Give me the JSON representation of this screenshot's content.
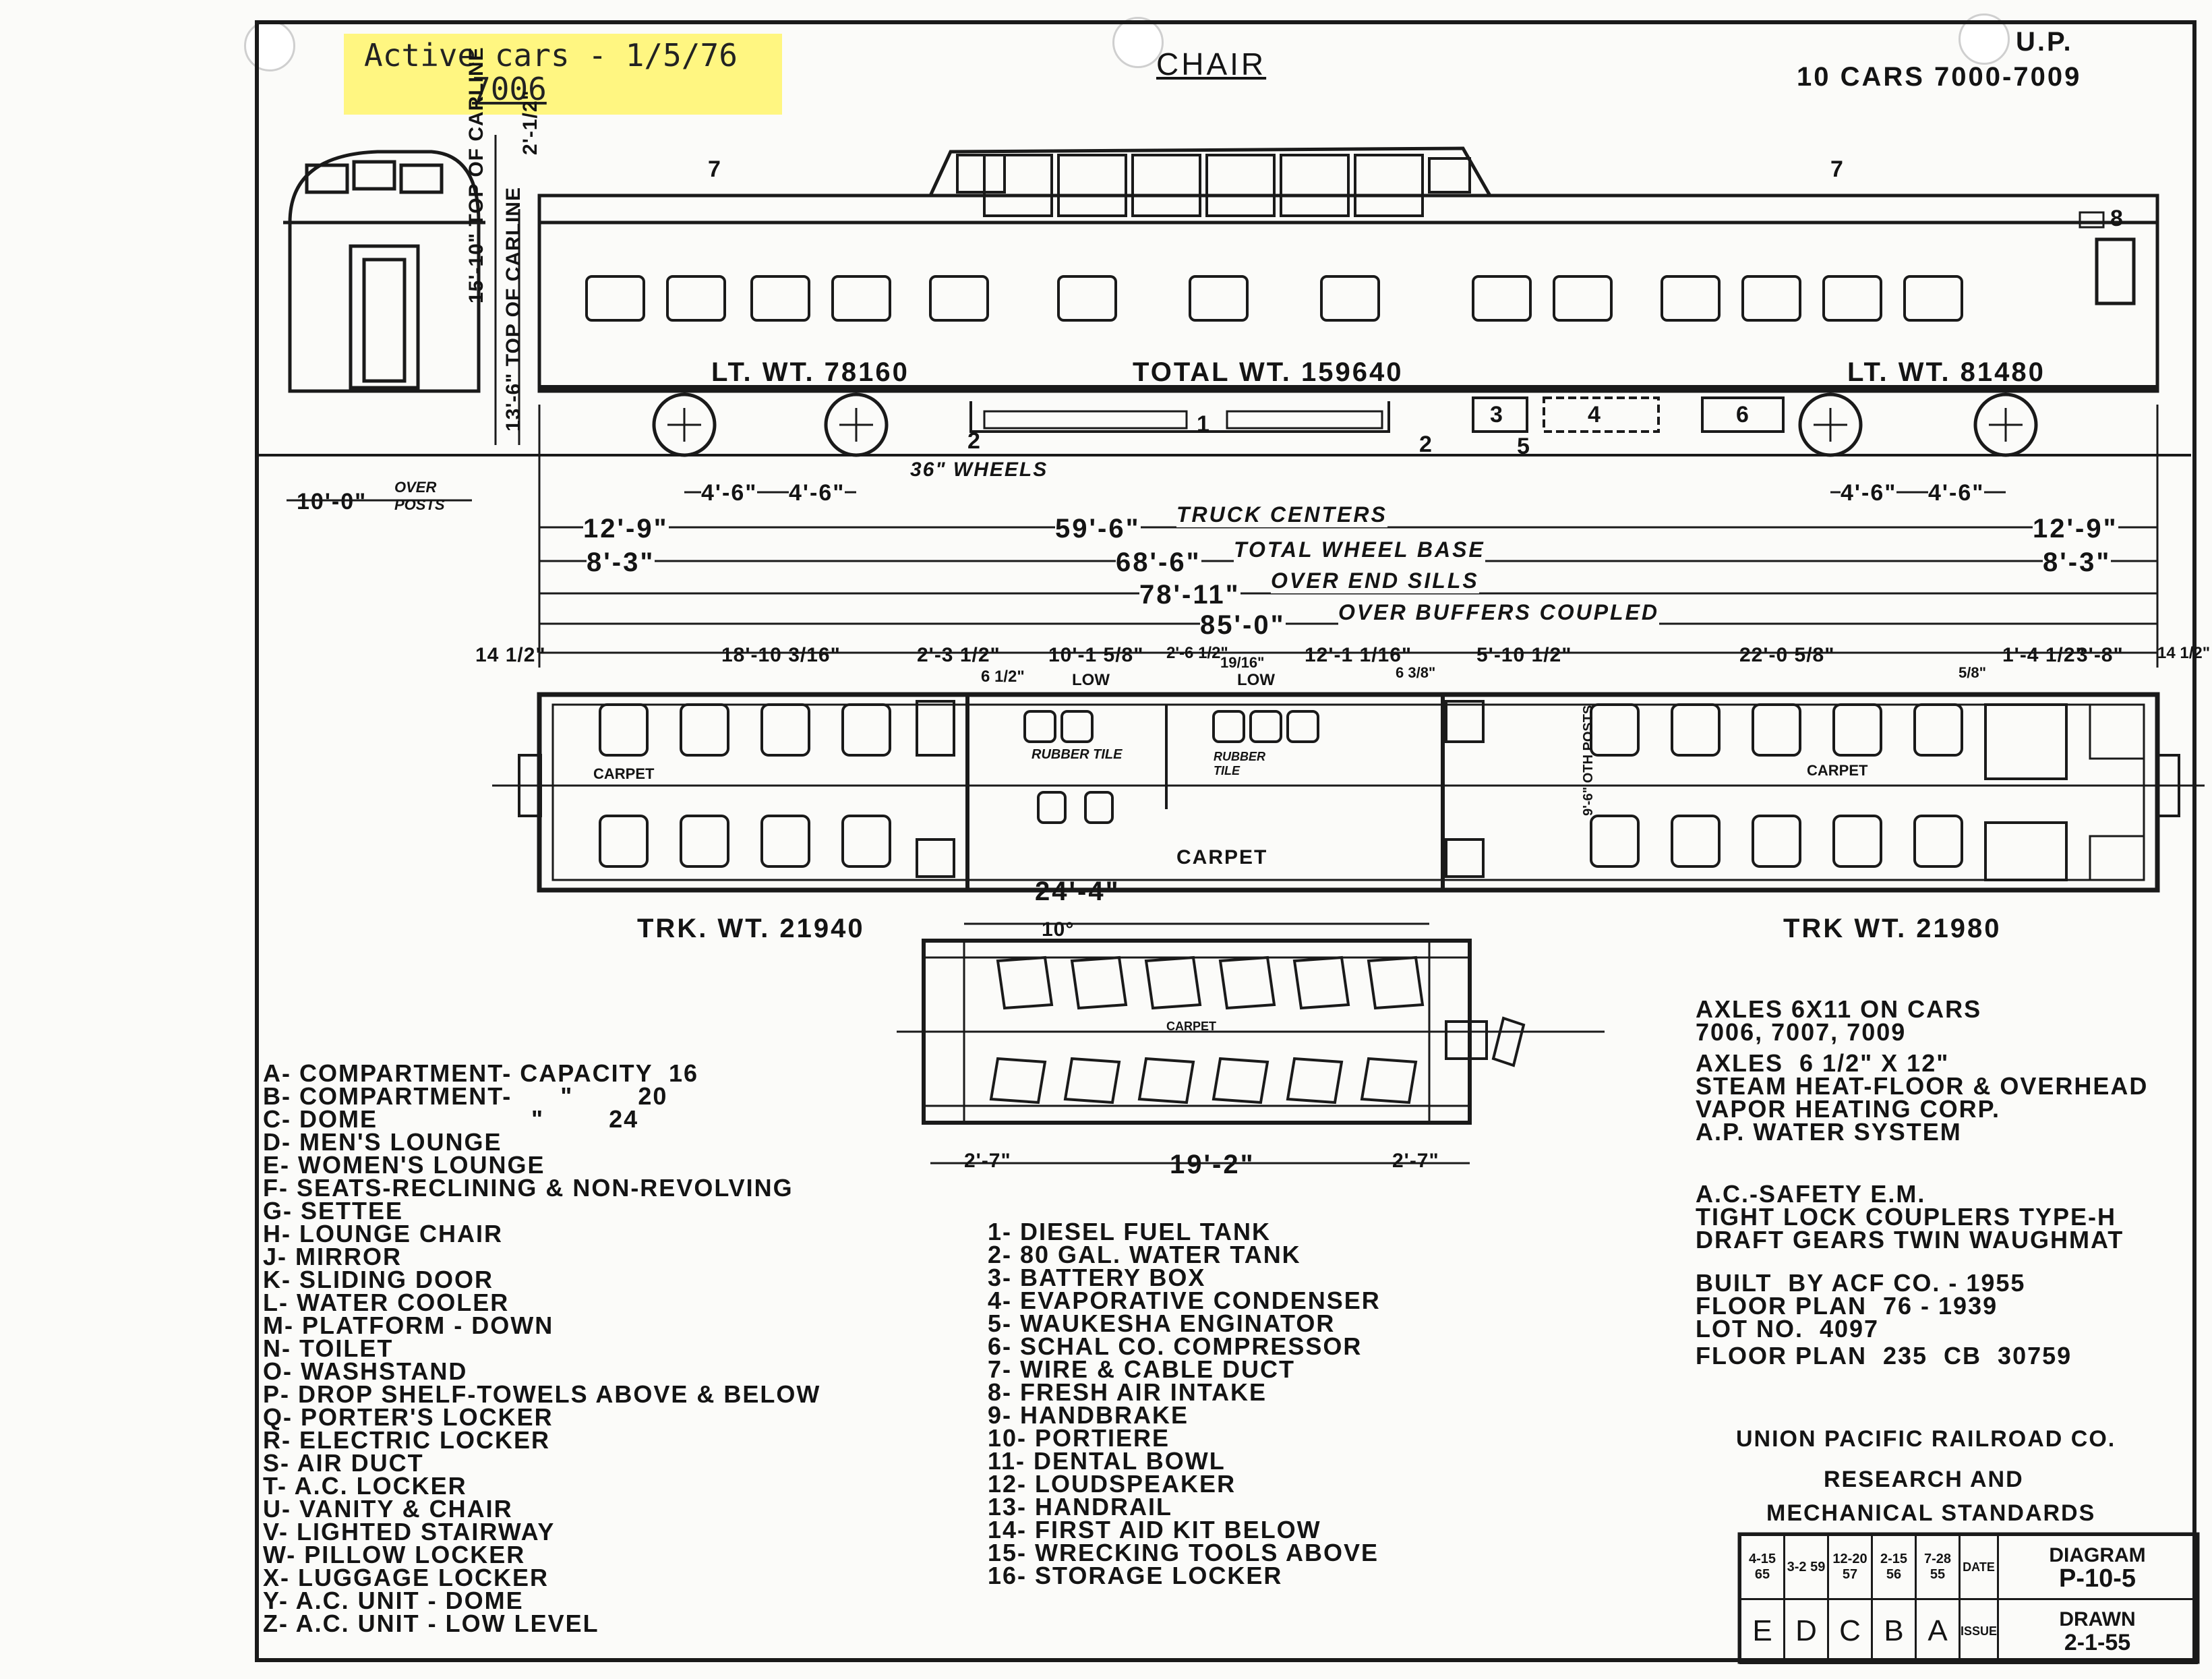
{
  "handwritten_note": {
    "line1": "Active cars - 1/5/76",
    "line2": "7006"
  },
  "title": "CHAIR",
  "initials": "U.P.",
  "cars": "10 CARS  7000-7009",
  "weights": {
    "lt_left": "LT. WT.  78160",
    "total": "TOTAL  WT.  159640",
    "lt_right": "LT. WT.  81480",
    "truck_left": "TRK. WT.  21940",
    "truck_right": "TRK  WT.  21980"
  },
  "side_dims": {
    "top_of_carline": "15'-10\" TOP OF CARLINE",
    "top_of_carline2": "13'-6\" TOP OF CARLINE",
    "over_posts": "10'-0\"",
    "over_posts_label": "OVER POSTS",
    "small": "2'-1/2\""
  },
  "elevation_callouts": {
    "duct_l": "7",
    "duct_r": "7",
    "air_intake": "8",
    "tank1": "1",
    "tank2a": "2",
    "tank2b": "2",
    "box3": "3",
    "box4": "4",
    "box5": "5",
    "box6": "6"
  },
  "wheels_label": "36\" WHEELS",
  "dimensions": {
    "d_truck_l": "4'-6\"",
    "d_truck_l2": "4'-6\"",
    "d_truck_r": "4'-6\"",
    "d_truck_r2": "4'-6\"",
    "d_1": "12'-9\"",
    "d_1r": "12'-9\"",
    "truck_centers": "59'-6\"",
    "truck_centers_label": "TRUCK CENTERS",
    "d_2": "8'-3\"",
    "d_2r": "8'-3\"",
    "wheel_base": "68'-6\"",
    "wheel_base_label": "TOTAL WHEEL BASE",
    "end_sills": "78'-11\"",
    "end_sills_label": "OVER END SILLS",
    "buffers": "85'-0\"",
    "buffers_label": "OVER BUFFERS COUPLED",
    "f_a": "14 1/2\"",
    "f_b": "18'-10 3/16\"",
    "f_c": "2'-3 1/2\"",
    "f_d": "6 1/2\"",
    "f_e": "10'-1 5/8\"",
    "f_e_note": "LOW",
    "f_f": "2'-6 1/2\"",
    "f_g": "19/16\"",
    "f_g_note": "LOW",
    "f_h": "12'-1 1/16\"",
    "f_i": "6 3/8\"",
    "f_j": "5'-10 1/2\"",
    "f_k": "22'-0 5/8\"",
    "f_l": "5/8\"",
    "f_m": "1'-4 1/2\"",
    "f_n": "3'-8\"",
    "f_o": "14 1/2\"",
    "dome_len": "24'-4\"",
    "dome_angle": "10°",
    "dome_a": "2'-7\"",
    "dome_b": "19'-2\"",
    "dome_c": "2'-7\"",
    "posts": "9'-6\" OTH POSTS"
  },
  "floor_labels": {
    "carpet1": "CARPET",
    "carpet2": "CARPET",
    "carpet3": "CARPET",
    "carpet4": "CARPET",
    "rubber1": "RUBBER TILE",
    "rubber2": "RUBBER TILE"
  },
  "legend_left": [
    "A- COMPARTMENT- CAPACITY  16",
    "B- COMPARTMENT-      \"        20",
    "C- DOME                   \"        24",
    "D- MEN'S LOUNGE",
    "E- WOMEN'S LOUNGE",
    "F- SEATS-RECLINING & NON-REVOLVING",
    "G- SETTEE",
    "H- LOUNGE CHAIR",
    "J- MIRROR",
    "K- SLIDING DOOR",
    "L- WATER COOLER",
    "M- PLATFORM - DOWN",
    "N- TOILET",
    "O- WASHSTAND",
    "P- DROP SHELF-TOWELS ABOVE & BELOW",
    "Q- PORTER'S LOCKER",
    "R- ELECTRIC LOCKER",
    "S- AIR DUCT",
    "T- A.C. LOCKER",
    "U- VANITY & CHAIR",
    "V- LIGHTED STAIRWAY",
    "W- PILLOW LOCKER",
    "X- LUGGAGE LOCKER",
    "Y- A.C. UNIT - DOME",
    "Z- A.C. UNIT - LOW LEVEL"
  ],
  "legend_mid": [
    "1- DIESEL FUEL TANK",
    "2- 80 GAL. WATER TANK",
    "3- BATTERY BOX",
    "4- EVAPORATIVE CONDENSER",
    "5- WAUKESHA ENGINATOR",
    "6- SCHAL CO. COMPRESSOR",
    "7- WIRE & CABLE DUCT",
    "8- FRESH AIR INTAKE",
    "9- HANDBRAKE",
    "10- PORTIERE",
    "11- DENTAL BOWL",
    "12- LOUDSPEAKER",
    "13- HANDRAIL",
    "14- FIRST AID KIT BELOW",
    "15- WRECKING TOOLS ABOVE",
    "16- STORAGE LOCKER"
  ],
  "specs": {
    "axles1": "AXLES 6X11 ON CARS",
    "axles1b": "7006, 7007, 7009",
    "axles2": "AXLES  6 1/2\" X 12\"",
    "heat": "STEAM HEAT-FLOOR & OVERHEAD",
    "vapor": "VAPOR HEATING CORP.",
    "water": "A.P. WATER SYSTEM",
    "ac": "A.C.-SAFETY E.M.",
    "couplers": "TIGHT LOCK COUPLERS TYPE-H",
    "draft": "DRAFT GEARS TWIN WAUGHMAT",
    "built": "BUILT  BY ACF CO. - 1955",
    "floorplan1": "FLOOR PLAN  76 - 1939",
    "lot": "LOT NO.  4097",
    "floorplan2": "FLOOR PLAN  235  CB  30759"
  },
  "company": {
    "line1": "UNION PACIFIC RAILROAD CO.",
    "line2": "RESEARCH AND",
    "line3": "MECHANICAL  STANDARDS"
  },
  "title_block": {
    "dates": [
      "4-15 65",
      "3-2 59",
      "12-20 57",
      "2-15 56",
      "7-28 55"
    ],
    "date_label": "DATE",
    "issue_label": "ISSUE",
    "issues": [
      "E",
      "D",
      "C",
      "B",
      "A"
    ],
    "diagram_label": "DIAGRAM",
    "diagram_no": "P-10-5",
    "drawn_label": "DRAWN",
    "drawn_date": "2-1-55"
  }
}
